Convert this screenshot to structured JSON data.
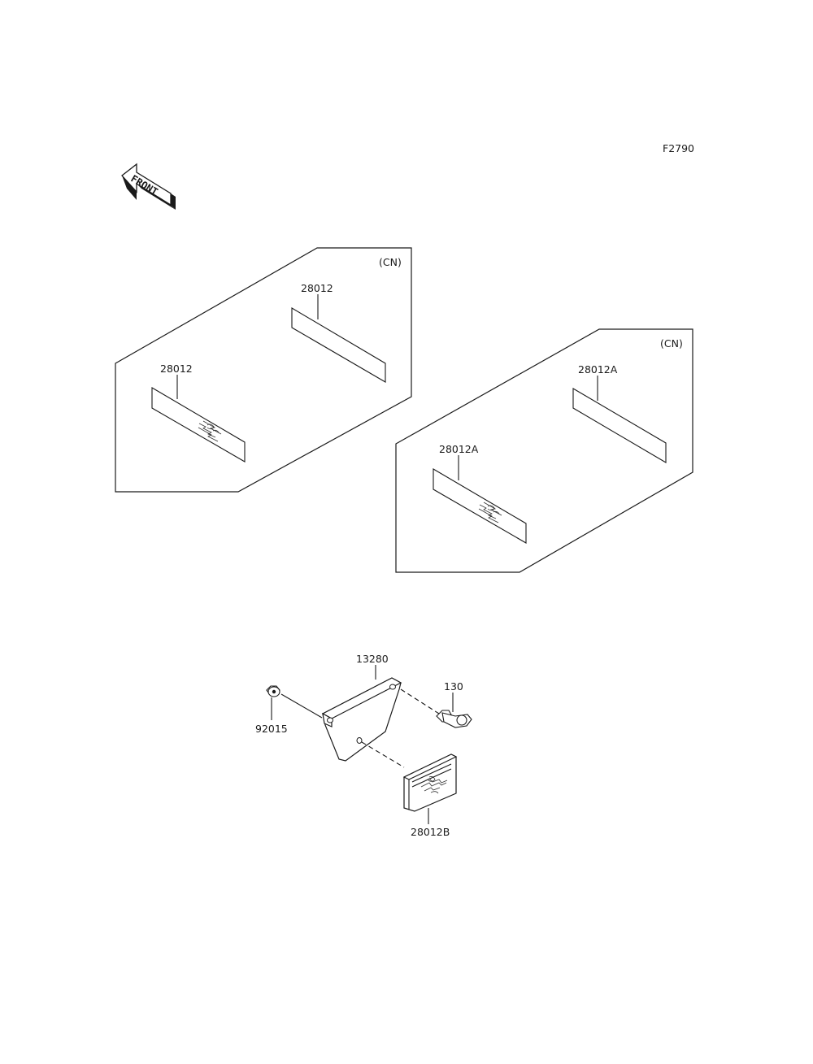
{
  "figure_code": "F2790",
  "front_arrow": {
    "text": "FRONT",
    "icon": "front-arrow-icon"
  },
  "panels": [
    {
      "region_tag": "(CN)",
      "part_top": "28012",
      "part_bottom": "28012"
    },
    {
      "region_tag": "(CN)",
      "part_top": "28012A",
      "part_bottom": "28012A"
    }
  ],
  "bracket_assembly": {
    "bracket": "13280",
    "bolt": "130",
    "nut": "92015",
    "reflector": "28012B"
  }
}
